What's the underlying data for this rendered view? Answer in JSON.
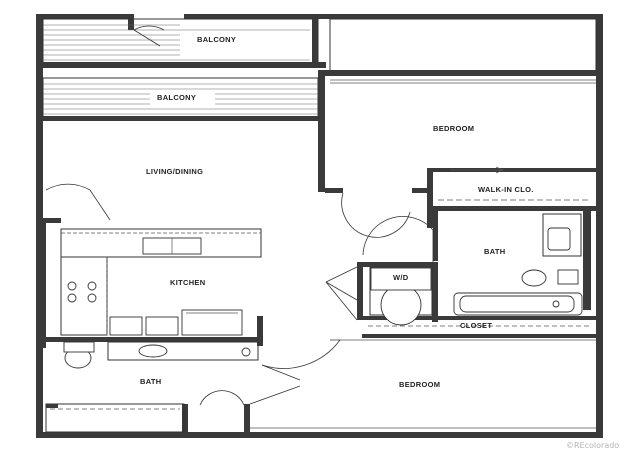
{
  "labels": {
    "balcony_top": "BALCONY",
    "balcony_main": "BALCONY",
    "bedroom_top": "BEDROOM",
    "living_dining": "LIVING/DINING",
    "walk_in_closet": "WALK-IN CLO.",
    "bath_right": "BATH",
    "kitchen": "KITCHEN",
    "washer_dryer": "W/D",
    "closet": "CLOSET",
    "bath_left": "BATH",
    "bedroom_bottom": "BEDROOM"
  },
  "watermark": "©REcolorado",
  "colors": {
    "wall": "#3a3a3a",
    "line": "#333333",
    "watermark": "#b5b5b5"
  }
}
